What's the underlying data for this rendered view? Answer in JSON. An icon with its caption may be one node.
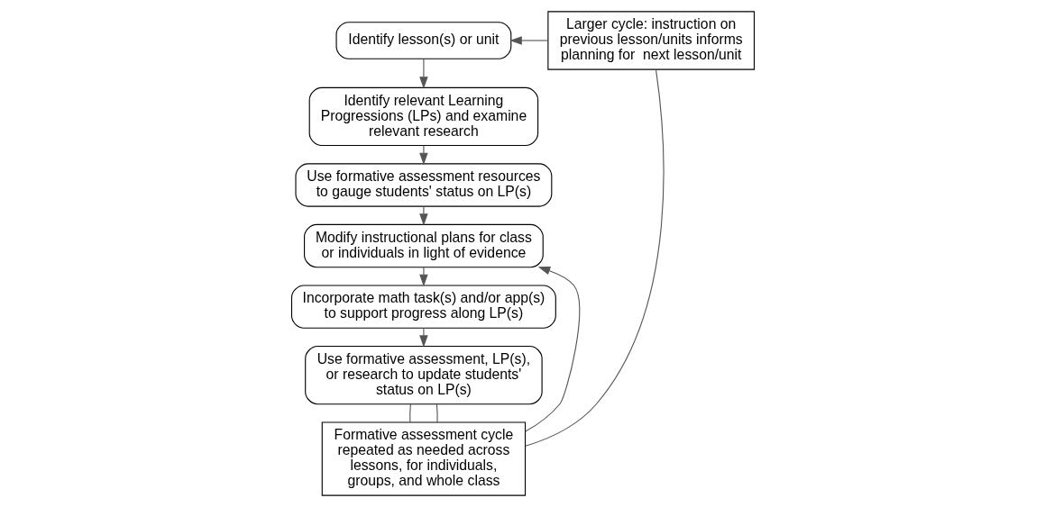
{
  "diagram": {
    "nodes": [
      {
        "text": [
          "Identify lesson(s) or unit"
        ]
      },
      {
        "text": [
          "Identify relevant Learning Progressions (LPs) and examine relevant research"
        ]
      },
      {
        "text": [
          "Use formative assessment resources to gauge students' status on LP(s)"
        ]
      },
      {
        "text": [
          "Modify instructional plans for class or individuals in light of evidence"
        ]
      },
      {
        "text": [
          "Incorporate math task(s) and/or app(s) to support progress along LP(s)"
        ]
      },
      {
        "text": [
          "Use formative assessment, LP(s), or research to update students' status on LP(s)"
        ]
      },
      {
        "text": [
          "Larger cycle: instruction on previous lesson/units informs planning for  next lesson/unit"
        ]
      },
      {
        "text": [
          "Formative assessment cycle repeated as needed across lessons, for individuals, groups, and whole class"
        ]
      }
    ],
    "edges": [
      {
        "from": 0,
        "to": 1,
        "arrow": "to"
      },
      {
        "from": 1,
        "to": 2,
        "arrow": "to"
      },
      {
        "from": 2,
        "to": 3,
        "arrow": "to"
      },
      {
        "from": 3,
        "to": 4,
        "arrow": "to"
      },
      {
        "from": 4,
        "to": 5,
        "arrow": "to"
      },
      {
        "from": 6,
        "to": 0,
        "arrow": "to"
      },
      {
        "from": 7,
        "to": 6,
        "arrow": "none"
      },
      {
        "from": 5,
        "to": 7,
        "arrow": "none"
      },
      {
        "from": 5,
        "to": 7,
        "arrow": "none"
      },
      {
        "from": 7,
        "to": 3,
        "arrow": "to"
      }
    ]
  }
}
